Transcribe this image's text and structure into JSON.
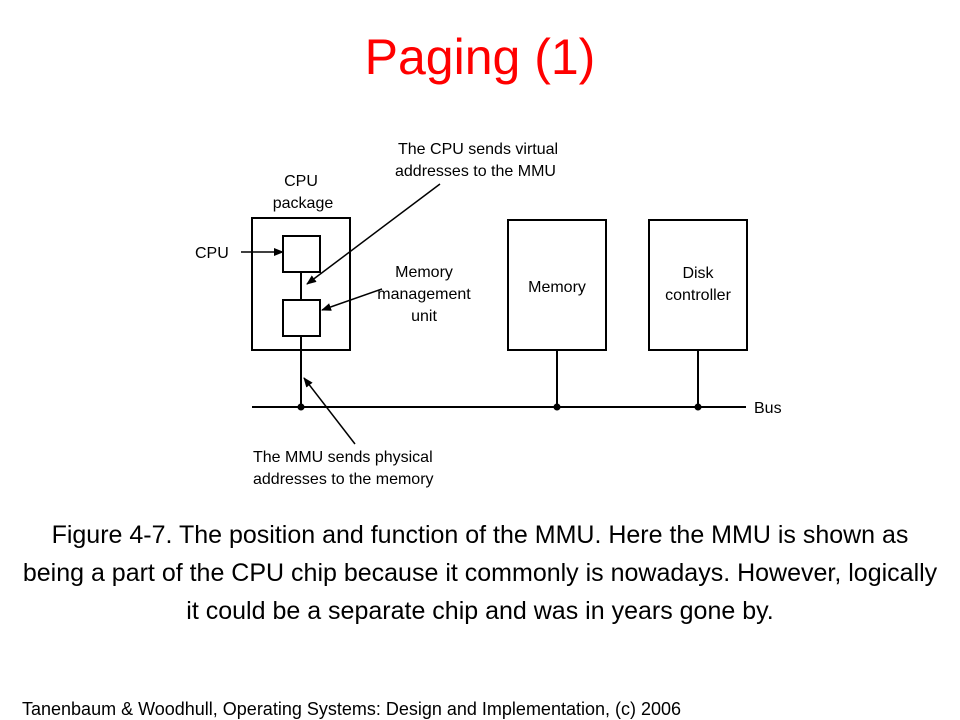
{
  "slide": {
    "title": "Paging (1)",
    "caption": "Figure 4-7. The position and function of the MMU. Here the MMU is shown as being a part of the CPU chip because it commonly is nowadays. However, logically it could be a  separate chip and was in years gone by.",
    "footer": "Tanenbaum & Woodhull, Operating Systems: Design and Implementation, (c) 2006"
  },
  "diagram": {
    "labels": {
      "cpu_sends_line1": "The CPU sends virtual",
      "cpu_sends_line2": "addresses to the MMU",
      "cpu_package_line1": "CPU",
      "cpu_package_line2": "package",
      "cpu": "CPU",
      "mmu_line1": "Memory",
      "mmu_line2": "management",
      "mmu_line3": "unit",
      "memory": "Memory",
      "disk_line1": "Disk",
      "disk_line2": "controller",
      "bus": "Bus",
      "mmu_sends_line1": "The MMU sends physical",
      "mmu_sends_line2": "addresses to the memory"
    }
  }
}
